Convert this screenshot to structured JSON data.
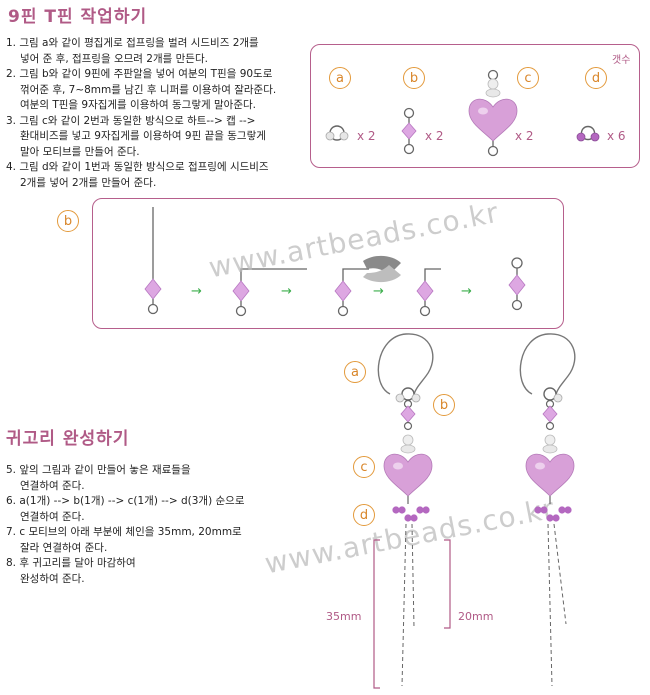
{
  "section1": {
    "title": "9핀 T핀 작업하기",
    "steps": [
      "1. 그림 a와 같이 평집게로 접프링을 벌려 시드비즈 2개를",
      "넣어 준 후, 접프링을 오므려 2개를 만든다.",
      "2. 그림 b와 같이 9핀에 주판알을 넣어 여분의 T핀을 90도로",
      "꺾어준 후, 7~8mm를 남긴 후 니퍼를 이용하여 잘라준다.",
      "여분의 T핀을 9자집게를 이용하여 동그랗게 말아준다.",
      "3. 그림 c와 같이 2번과 동일한 방식으로 하트--> 캡 -->",
      "환대비즈를 넣고 9자집게를 이용하여 9핀 끝을 동그랗게",
      "말아 모티브를 만들어 준다.",
      "4. 그림 d와 같이 1번과 동일한 방식으로 접프링에 시드비즈",
      "2개를 넣어 2개를 만들어 준다."
    ]
  },
  "parts_box": {
    "count_label": "갯수",
    "items": [
      {
        "badge": "a",
        "qty": "x 2"
      },
      {
        "badge": "b",
        "qty": "x 2"
      },
      {
        "badge": "c",
        "qty": "x 2"
      },
      {
        "badge": "d",
        "qty": "x 6"
      }
    ]
  },
  "process_box": {
    "badge": "b",
    "arrow": "→"
  },
  "watermarks": [
    "www.artbeads.co.kr",
    "www.artbeads.co.kr"
  ],
  "section2": {
    "title": "귀고리 완성하기",
    "steps": [
      "5. 앞의 그림과 같이 만들어 놓은 재료들을",
      "연결하여 준다.",
      "6. a(1개) --> b(1개) --> c(1개) --> d(3개) 순으로",
      "연결하여 준다.",
      "7. c 모티브의 아래 부분에 체인을 35mm, 20mm로",
      "잘라 연결하여 준다.",
      "8. 후 귀고리를 달아 마감하여",
      "완성하여 준다."
    ]
  },
  "earring": {
    "labels": [
      "a",
      "b",
      "c",
      "d"
    ],
    "measure_long": "35mm",
    "measure_short": "20mm"
  },
  "colors": {
    "accent": "#b05a86",
    "badge": "#e39a3c",
    "bead": "#cf8fcf",
    "arrow": "#3cae4c",
    "metal": "#666666"
  }
}
